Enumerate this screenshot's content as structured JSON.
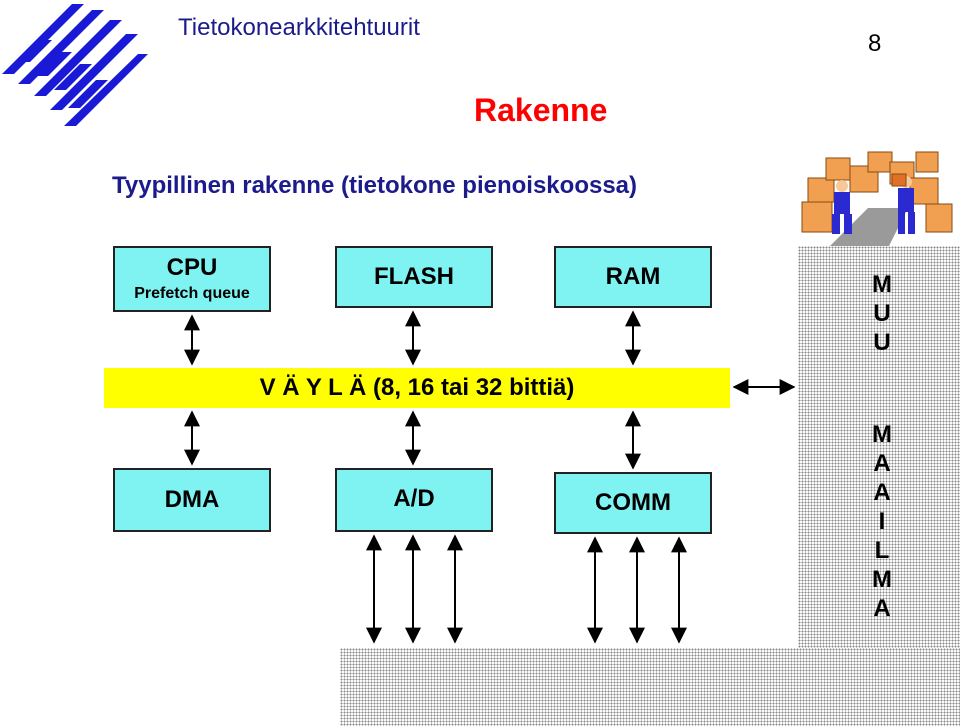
{
  "header": {
    "title": "Tietokonearkkitehtuurit",
    "page_number": "8"
  },
  "slide": {
    "title": "Rakenne",
    "subtitle": "Tyypillinen rakenne (tietokone pienoiskoossa)"
  },
  "blocks": {
    "cpu": {
      "label": "CPU",
      "sublabel": "Prefetch queue"
    },
    "flash": {
      "label": "FLASH"
    },
    "ram": {
      "label": "RAM"
    },
    "dma": {
      "label": "DMA"
    },
    "ad": {
      "label": "A/D"
    },
    "comm": {
      "label": "COMM"
    }
  },
  "bus": {
    "label": "V Ä Y L Ä (8, 16 tai 32 bittiä)"
  },
  "side": {
    "top_letters": [
      "M",
      "U",
      "U"
    ],
    "bottom_letters": [
      "M",
      "A",
      "A",
      "I",
      "L",
      "M",
      "A"
    ]
  },
  "icons": {
    "logo": "stripes-logo-icon",
    "illustration": "workers-moving-boxes-icon"
  },
  "colors": {
    "box_fill": "#7ff2f2",
    "bus_fill": "#ffff00",
    "title_red": "#ff0000",
    "text_navy": "#1b1b8c"
  }
}
